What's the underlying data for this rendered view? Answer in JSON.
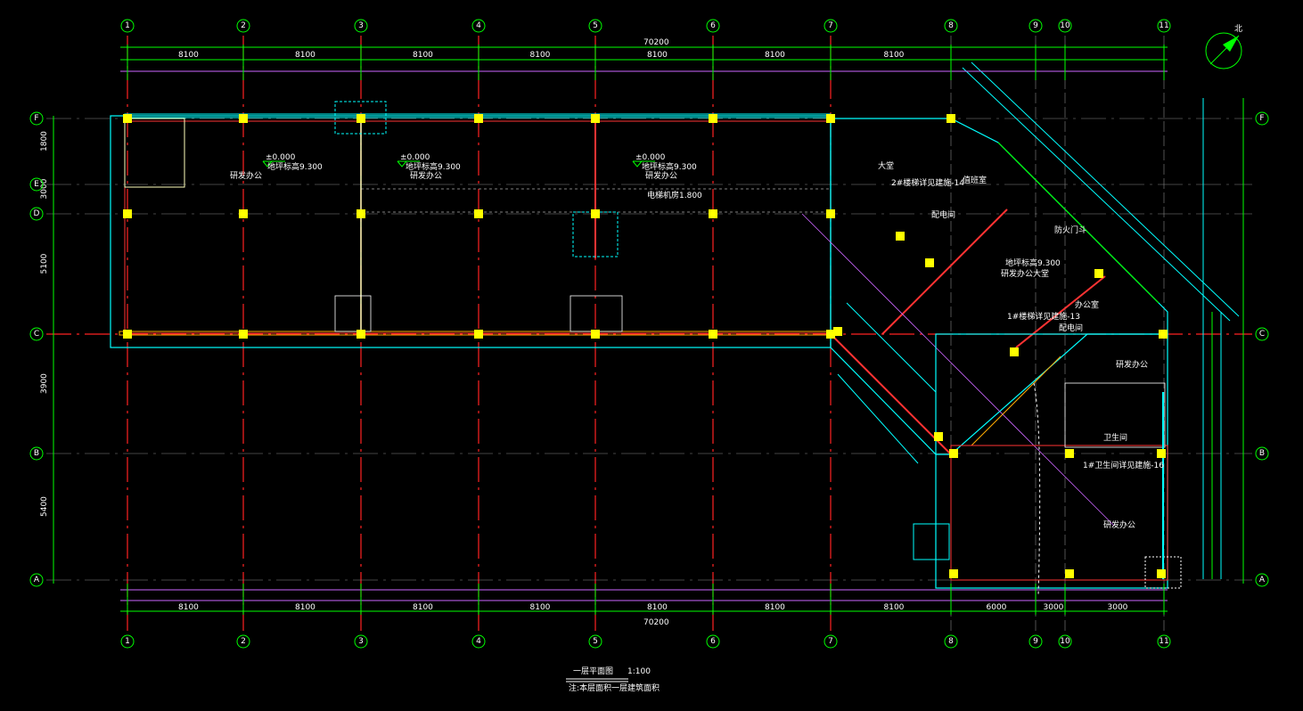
{
  "drawing": {
    "title": "一层平面图",
    "scale": "1:100",
    "subtitle": "注:本层面积一层建筑面积",
    "north_label": "北"
  },
  "grid": {
    "columns": [
      "1",
      "2",
      "3",
      "4",
      "5",
      "6",
      "7",
      "8",
      "9",
      "10",
      "11"
    ],
    "rows": [
      "F",
      "E",
      "D",
      "C",
      "B",
      "A"
    ]
  },
  "dimensions": {
    "overall": "70200",
    "bays": [
      "8100",
      "8100",
      "8100",
      "8100",
      "8100",
      "8100",
      "8100"
    ],
    "right_bays": [
      "6000",
      "3000",
      "3000"
    ],
    "rows": [
      "1800",
      "3000",
      "5100",
      "3900",
      "5400"
    ]
  },
  "rooms": [
    {
      "label": "研发办公",
      "level": "±0.000",
      "note": "地坪标高9.300"
    },
    {
      "label": "研发办公",
      "level": "±0.000",
      "note": "地坪标高9.300"
    },
    {
      "label": "研发办公",
      "level": "±0.000",
      "note": "地坪标高9.300"
    },
    {
      "label": "大堂"
    },
    {
      "label": "值班室"
    },
    {
      "label": "配电间"
    },
    {
      "label": "防火门斗"
    },
    {
      "label": "研发办公大堂",
      "note": "地坪标高9.300"
    },
    {
      "label": "配电间"
    },
    {
      "label": "研发办公"
    },
    {
      "label": "卫生间"
    },
    {
      "label": "研发办公"
    },
    {
      "label": "办公室"
    }
  ],
  "notes": {
    "stair1": "2#楼梯详见建施-14",
    "stair2": "1#楼梯详见建施-13",
    "stair3": "1#卫生间详见建施-16",
    "elevator": "电梯机房1.800"
  }
}
